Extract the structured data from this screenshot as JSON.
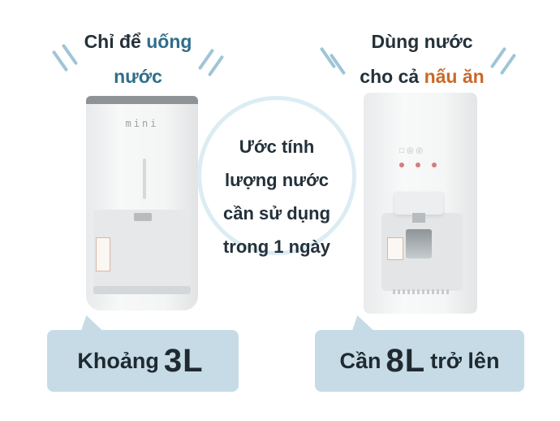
{
  "left": {
    "heading_line1_prefix": "Chỉ để ",
    "heading_line1_accent": "uống",
    "heading_line2_accent": "nước",
    "product_label": "mini",
    "bubble_prefix": "Khoảng ",
    "bubble_amount": "3L",
    "bubble_suffix": ""
  },
  "right": {
    "heading_line1": "Dùng nước",
    "heading_line2_prefix": "cho cả ",
    "heading_line2_accent": "nấu ăn",
    "bubble_prefix": "Cần ",
    "bubble_amount": "8L",
    "bubble_suffix": " trở lên"
  },
  "center": {
    "line1": "Ước tính",
    "line2": "lượng nước",
    "line3": "cần sử dụng",
    "line4": "trong 1 ngày"
  },
  "colors": {
    "accent_teal": "#2f6e8a",
    "accent_orange": "#c9692a",
    "bubble": "#c6dbe6",
    "circle_border": "#dcecf4"
  }
}
